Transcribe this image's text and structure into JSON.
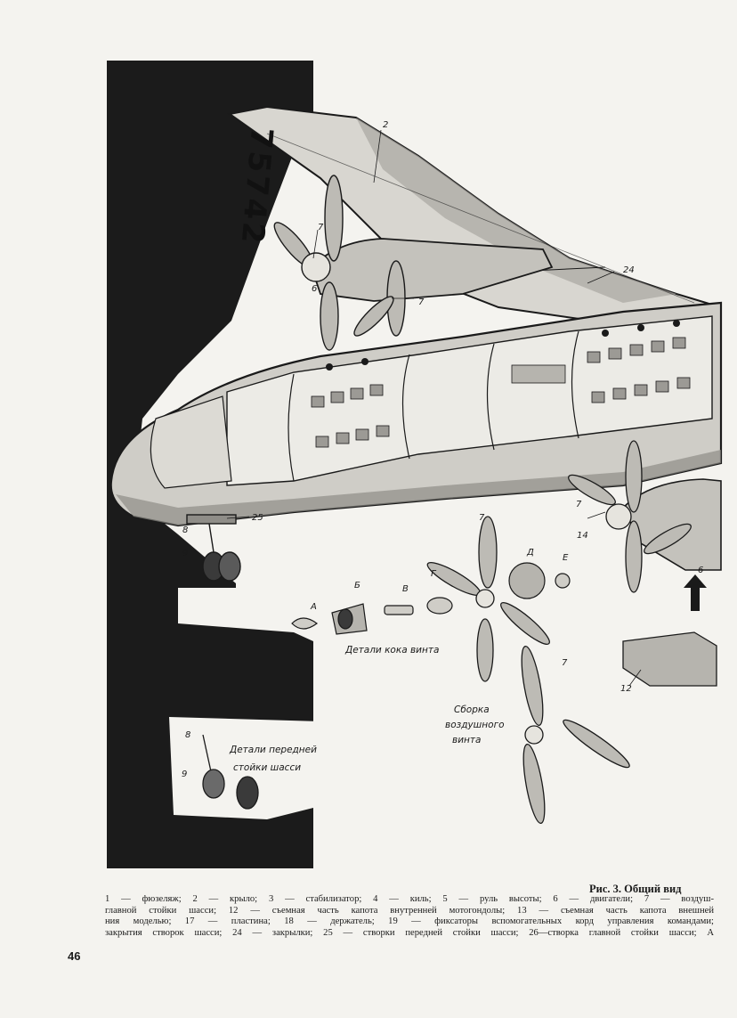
{
  "figure": {
    "registration": "75742",
    "part_labels": {
      "wing": "2",
      "flaps": "24",
      "prop_top": "7",
      "engine_left": "6",
      "prop_mid": "7",
      "nose_door": "25",
      "nose_strut": "8",
      "nose_wheel": "9",
      "prop_right": "7",
      "spinner_right": "14",
      "engine_right": "6",
      "spinner_parts_A": "А",
      "spinner_parts_B": "Б",
      "spinner_parts_V": "В",
      "spinner_parts_G": "Г",
      "spinner_parts_D": "Д",
      "spinner_parts_E": "Е",
      "prop_parts": "7",
      "prop_assembly": "7",
      "cowl_part": "12",
      "gear_detail_8": "8",
      "gear_detail_9": "9"
    },
    "captions": {
      "spinner_parts": "Детали кока винта",
      "prop_assembly_line1": "Сборка",
      "prop_assembly_line2": "воздушного",
      "prop_assembly_line3": "винта",
      "nose_gear_line1": "Детали передней",
      "nose_gear_line2": "стойки шасси"
    }
  },
  "caption": {
    "title": "Рис. 3. Общий вид",
    "lines": [
      "1 — фюзеляж; 2 — крыло; 3 — стабилизатор; 4 — киль; 5 — руль высоты; 6 — двигатели; 7 — воздуш-",
      "главной стойки шасси; 12 — съемная часть капота внутренней мотогондолы; 13 — съемная часть капота внешней",
      "ния моделью; 17 — пластина; 18 — держатель; 19 — фиксаторы вспомогательных корд управления командами;",
      "закрытия створок шасси; 24 — закрылки; 25 — створки передней стойки шасси; 26—створка главной стойки шасси; А"
    ]
  },
  "page_number": "46",
  "colors": {
    "ink": "#1a1a1a",
    "paper": "#f4f3ef",
    "dark_panel": "#1b1b1b"
  }
}
